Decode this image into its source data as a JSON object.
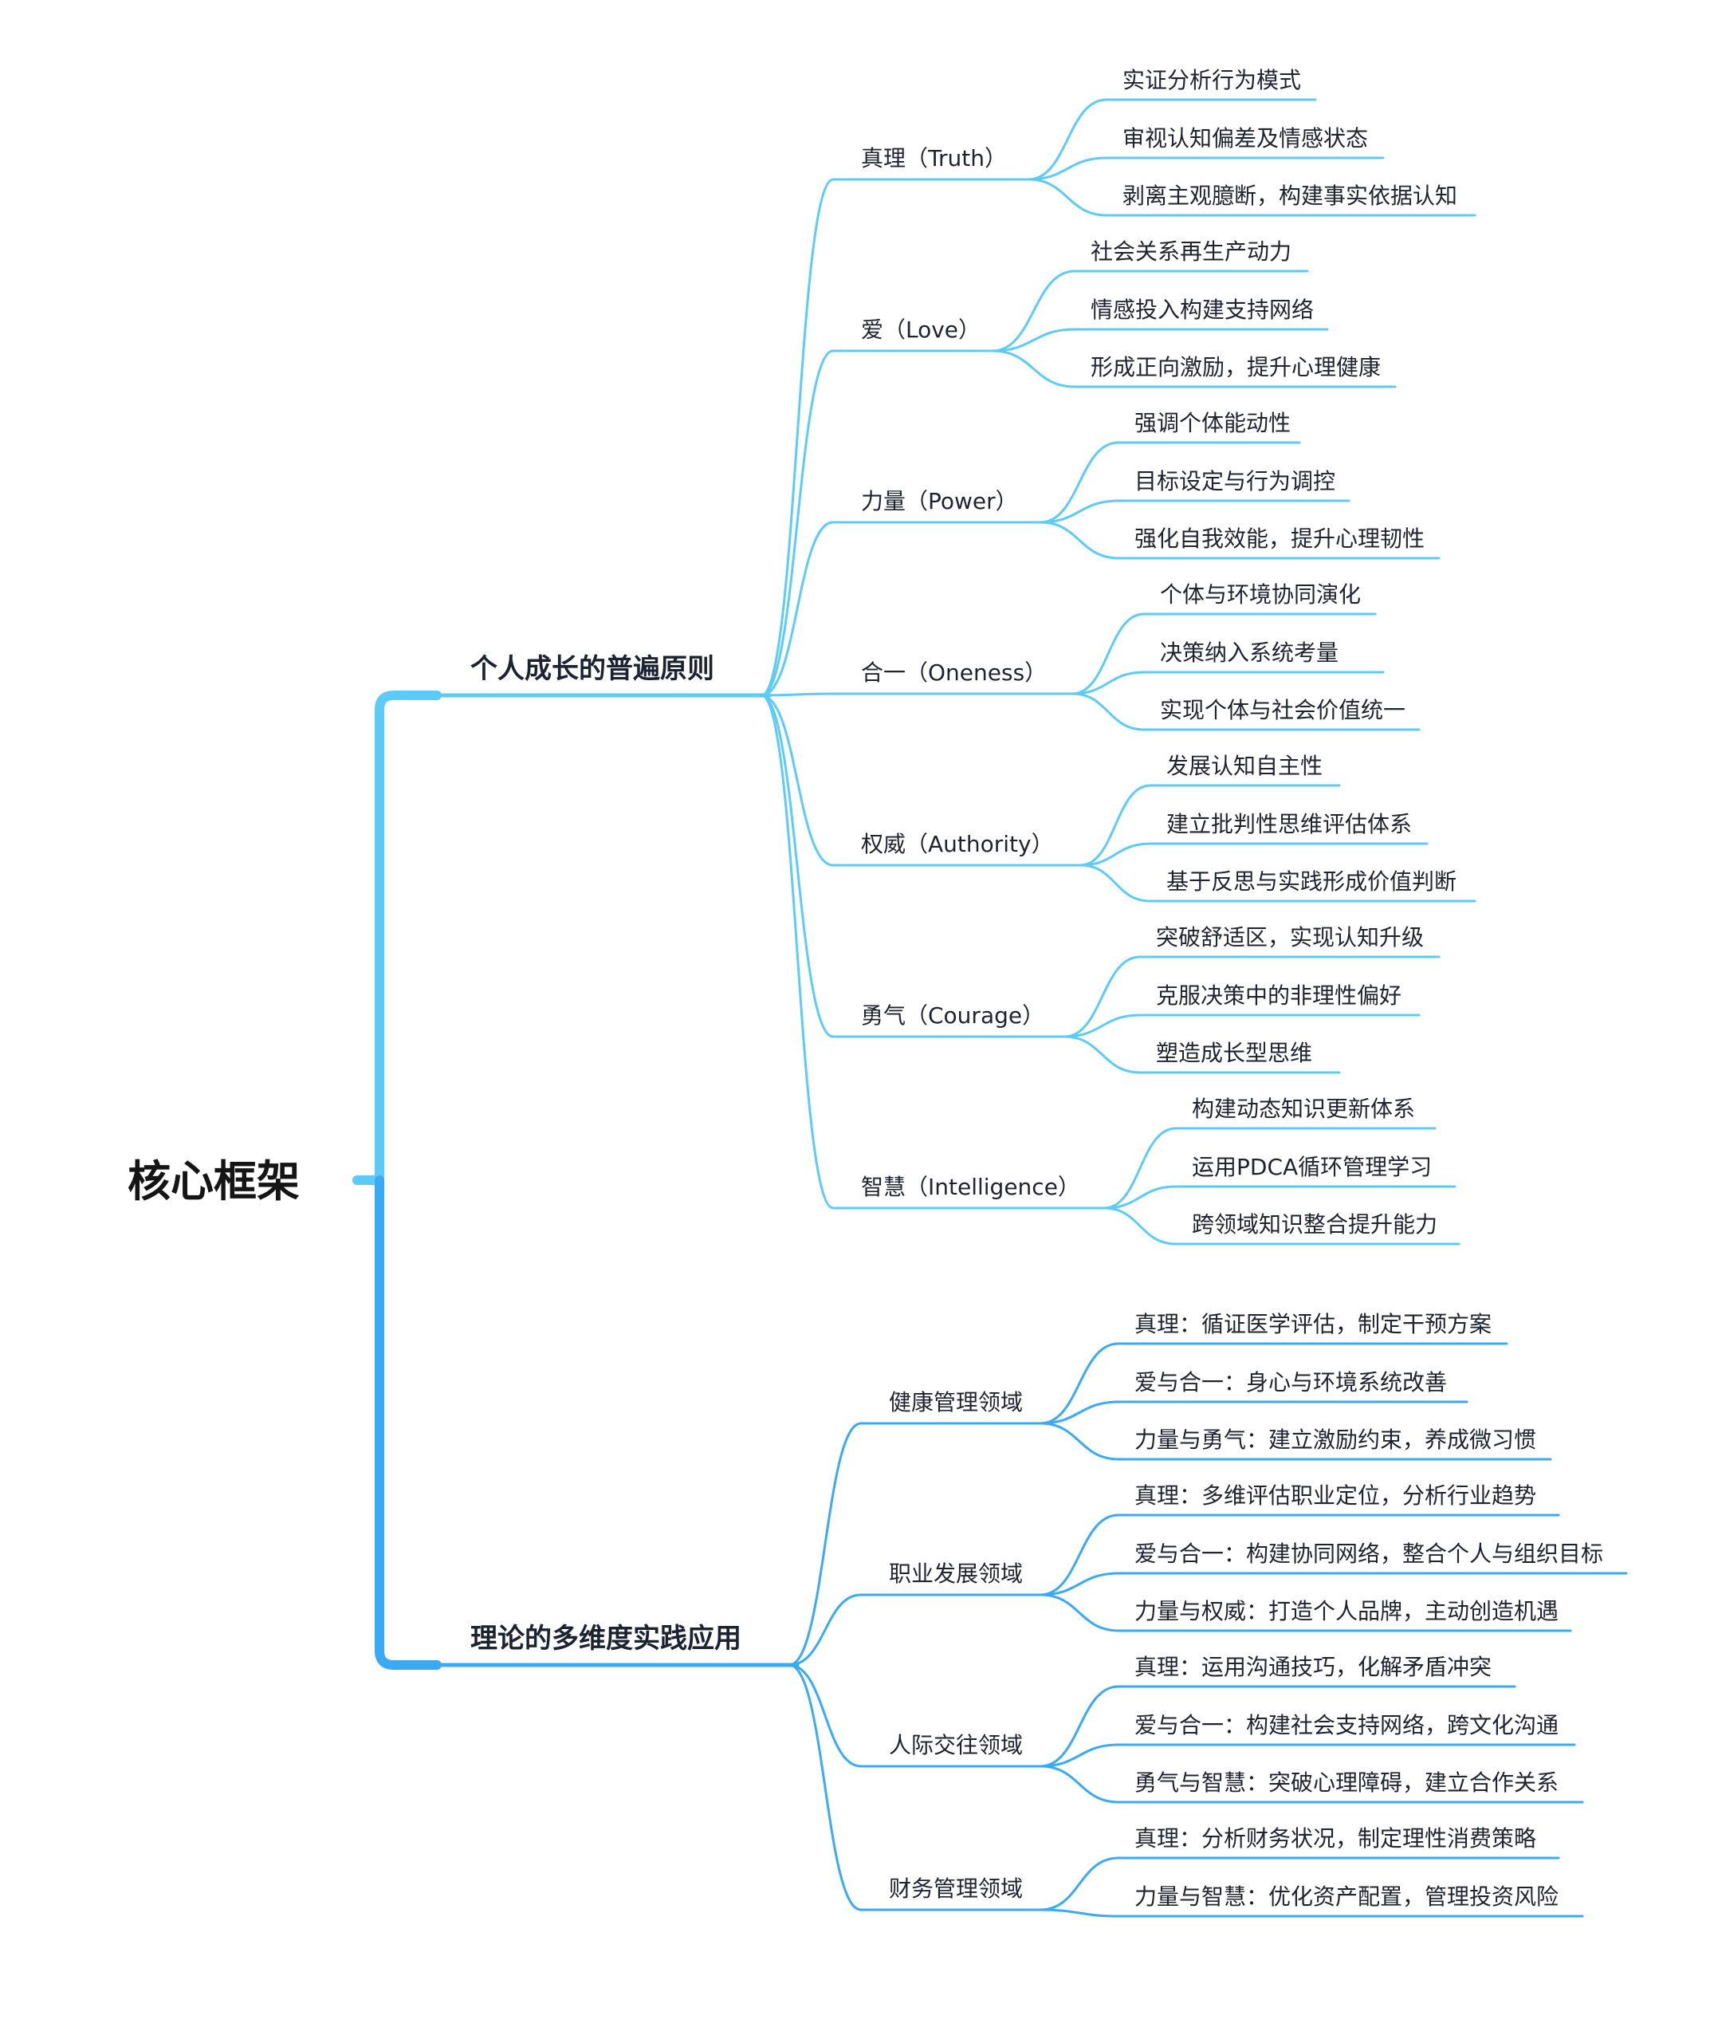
{
  "root": "核心框架",
  "colors": {
    "upper_link": "#5ccbf8",
    "lower_link": "#3aaaf5",
    "text": "#1e2330"
  },
  "branches": [
    {
      "label": "个人成长的普遍原则",
      "children": [
        {
          "label": "真理（Truth）",
          "children": [
            "实证分析行为模式",
            "审视认知偏差及情感状态",
            "剥离主观臆断，构建事实依据认知"
          ]
        },
        {
          "label": "爱（Love）",
          "children": [
            "社会关系再生产动力",
            "情感投入构建支持网络",
            "形成正向激励，提升心理健康"
          ]
        },
        {
          "label": "力量（Power）",
          "children": [
            "强调个体能动性",
            "目标设定与行为调控",
            "强化自我效能，提升心理韧性"
          ]
        },
        {
          "label": "合一（Oneness）",
          "children": [
            "个体与环境协同演化",
            "决策纳入系统考量",
            "实现个体与社会价值统一"
          ]
        },
        {
          "label": "权威（Authority）",
          "children": [
            "发展认知自主性",
            "建立批判性思维评估体系",
            "基于反思与实践形成价值判断"
          ]
        },
        {
          "label": "勇气（Courage）",
          "children": [
            "突破舒适区，实现认知升级",
            "克服决策中的非理性偏好",
            "塑造成长型思维"
          ]
        },
        {
          "label": "智慧（Intelligence）",
          "children": [
            "构建动态知识更新体系",
            "运用PDCA循环管理学习",
            "跨领域知识整合提升能力"
          ]
        }
      ]
    },
    {
      "label": "理论的多维度实践应用",
      "children": [
        {
          "label": "健康管理领域",
          "children": [
            "真理：循证医学评估，制定干预方案",
            "爱与合一：身心与环境系统改善",
            "力量与勇气：建立激励约束，养成微习惯"
          ]
        },
        {
          "label": "职业发展领域",
          "children": [
            "真理：多维评估职业定位，分析行业趋势",
            "爱与合一：构建协同网络，整合个人与组织目标",
            "力量与权威：打造个人品牌，主动创造机遇"
          ]
        },
        {
          "label": "人际交往领域",
          "children": [
            "真理：运用沟通技巧，化解矛盾冲突",
            "爱与合一：构建社会支持网络，跨文化沟通",
            "勇气与智慧：突破心理障碍，建立合作关系"
          ]
        },
        {
          "label": "财务管理领域",
          "children": [
            "真理：分析财务状况，制定理性消费策略",
            "力量与智慧：优化资产配置，管理投资风险"
          ]
        }
      ]
    }
  ]
}
